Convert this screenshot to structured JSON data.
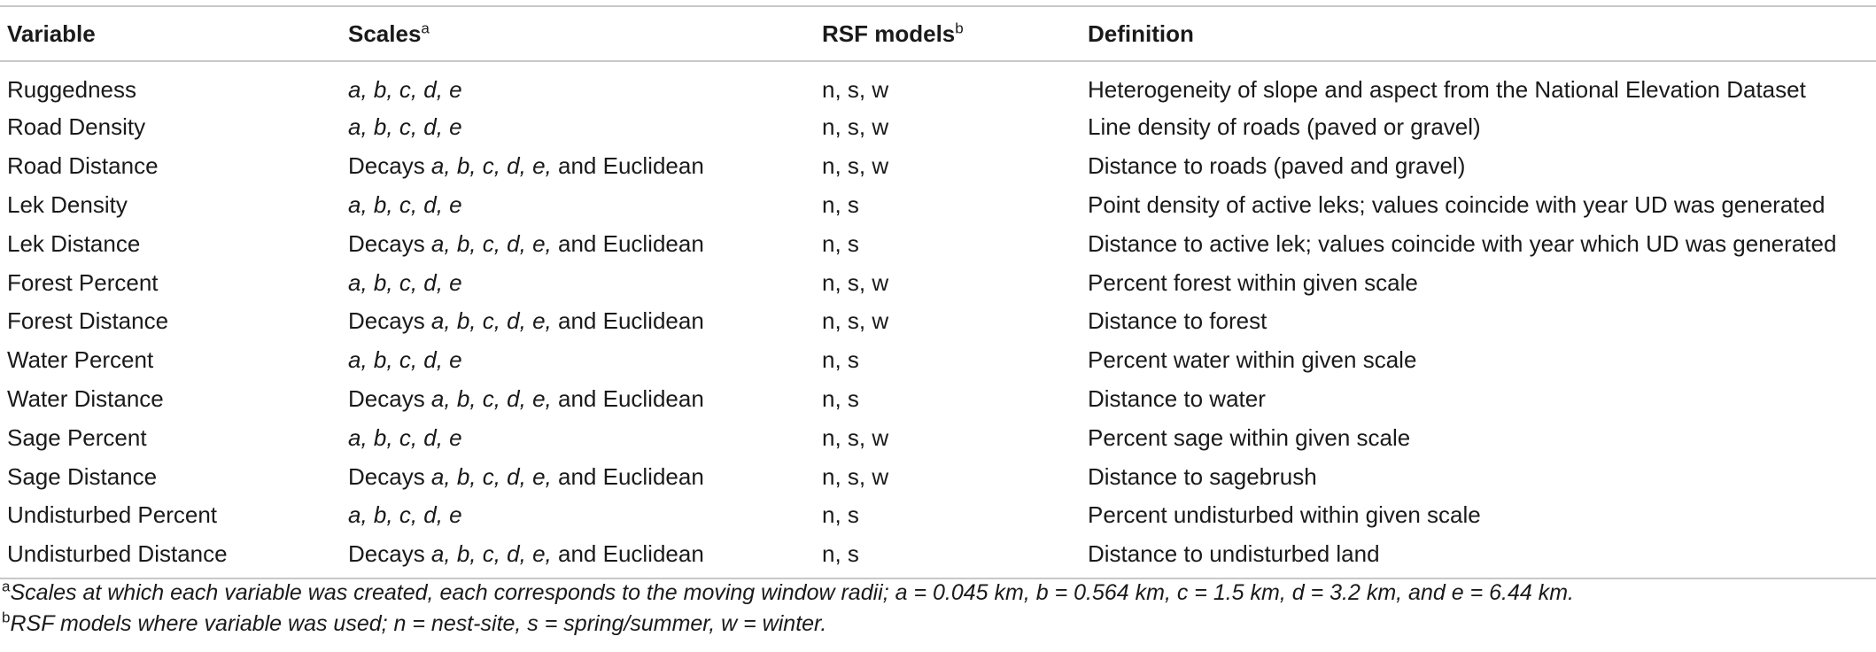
{
  "table": {
    "headers": [
      {
        "label": "Variable",
        "sup": ""
      },
      {
        "label": "Scales",
        "sup": "a"
      },
      {
        "label": "RSF models",
        "sup": "b"
      },
      {
        "label": "Definition",
        "sup": ""
      }
    ],
    "rows": [
      {
        "variable": "Ruggedness",
        "scale_prefix": "",
        "scale_italic": "a, b, c, d, e",
        "scale_suffix": "",
        "models": "n, s, w",
        "definition": "Heterogeneity of slope and aspect from the National Elevation Dataset"
      },
      {
        "variable": "Road Density",
        "scale_prefix": "",
        "scale_italic": "a, b, c, d, e",
        "scale_suffix": "",
        "models": "n, s, w",
        "definition": "Line density of roads (paved or gravel)"
      },
      {
        "variable": "Road Distance",
        "scale_prefix": "Decays ",
        "scale_italic": "a, b, c, d, e,",
        "scale_suffix": " and Euclidean",
        "models": "n, s, w",
        "definition": "Distance to roads (paved and gravel)"
      },
      {
        "variable": "Lek Density",
        "scale_prefix": "",
        "scale_italic": "a, b, c, d, e",
        "scale_suffix": "",
        "models": "n, s",
        "definition": "Point density of active leks; values coincide with year UD was generated"
      },
      {
        "variable": "Lek Distance",
        "scale_prefix": "Decays ",
        "scale_italic": "a, b, c, d, e,",
        "scale_suffix": " and Euclidean",
        "models": "n, s",
        "definition": "Distance to active lek; values coincide with year which UD was generated"
      },
      {
        "variable": "Forest Percent",
        "scale_prefix": "",
        "scale_italic": "a, b, c, d, e",
        "scale_suffix": "",
        "models": "n, s, w",
        "definition": "Percent forest within given scale"
      },
      {
        "variable": "Forest Distance",
        "scale_prefix": "Decays ",
        "scale_italic": "a, b, c, d, e,",
        "scale_suffix": " and Euclidean",
        "models": "n, s, w",
        "definition": "Distance to forest"
      },
      {
        "variable": "Water Percent",
        "scale_prefix": "",
        "scale_italic": "a, b, c, d, e",
        "scale_suffix": "",
        "models": "n, s",
        "definition": "Percent water within given scale"
      },
      {
        "variable": "Water Distance",
        "scale_prefix": "Decays ",
        "scale_italic": "a, b, c, d, e,",
        "scale_suffix": " and Euclidean",
        "models": "n, s",
        "definition": "Distance to water"
      },
      {
        "variable": "Sage Percent",
        "scale_prefix": "",
        "scale_italic": "a, b, c, d, e",
        "scale_suffix": "",
        "models": "n, s, w",
        "definition": "Percent sage within given scale"
      },
      {
        "variable": "Sage Distance",
        "scale_prefix": "Decays ",
        "scale_italic": "a, b, c, d, e,",
        "scale_suffix": " and Euclidean",
        "models": "n, s, w",
        "definition": "Distance to sagebrush"
      },
      {
        "variable": "Undisturbed Percent",
        "scale_prefix": "",
        "scale_italic": "a, b, c, d, e",
        "scale_suffix": "",
        "models": "n, s",
        "definition": "Percent undisturbed within given scale"
      },
      {
        "variable": "Undisturbed Distance",
        "scale_prefix": "Decays ",
        "scale_italic": "a, b, c, d, e,",
        "scale_suffix": " and Euclidean",
        "models": "n, s",
        "definition": "Distance to undisturbed land"
      }
    ]
  },
  "footnotes": [
    {
      "mark": "a",
      "text": "Scales at which each variable was created, each corresponds to the moving window radii; a = 0.045 km, b = 0.564 km, c = 1.5 km, d = 3.2 km, and e = 6.44 km."
    },
    {
      "mark": "b",
      "text": "RSF models where variable was used; n = nest-site, s = spring/summer, w = winter."
    }
  ]
}
